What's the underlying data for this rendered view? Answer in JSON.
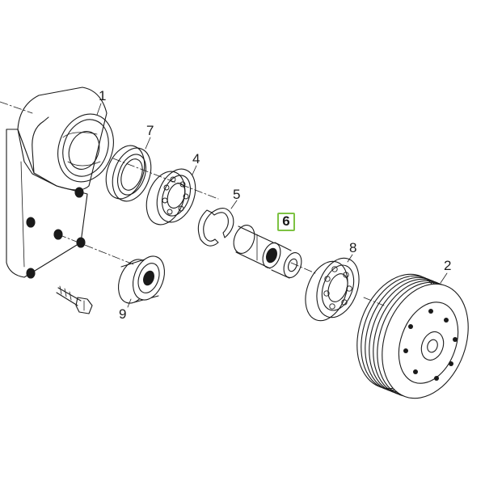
{
  "callouts": {
    "p1": "1",
    "p2": "2",
    "p4": "4",
    "p5": "5",
    "p6": "6",
    "p7": "7",
    "p8": "8",
    "p9": "9"
  },
  "highlight_color": "#7dc242",
  "line_color": "#1a1a1a"
}
